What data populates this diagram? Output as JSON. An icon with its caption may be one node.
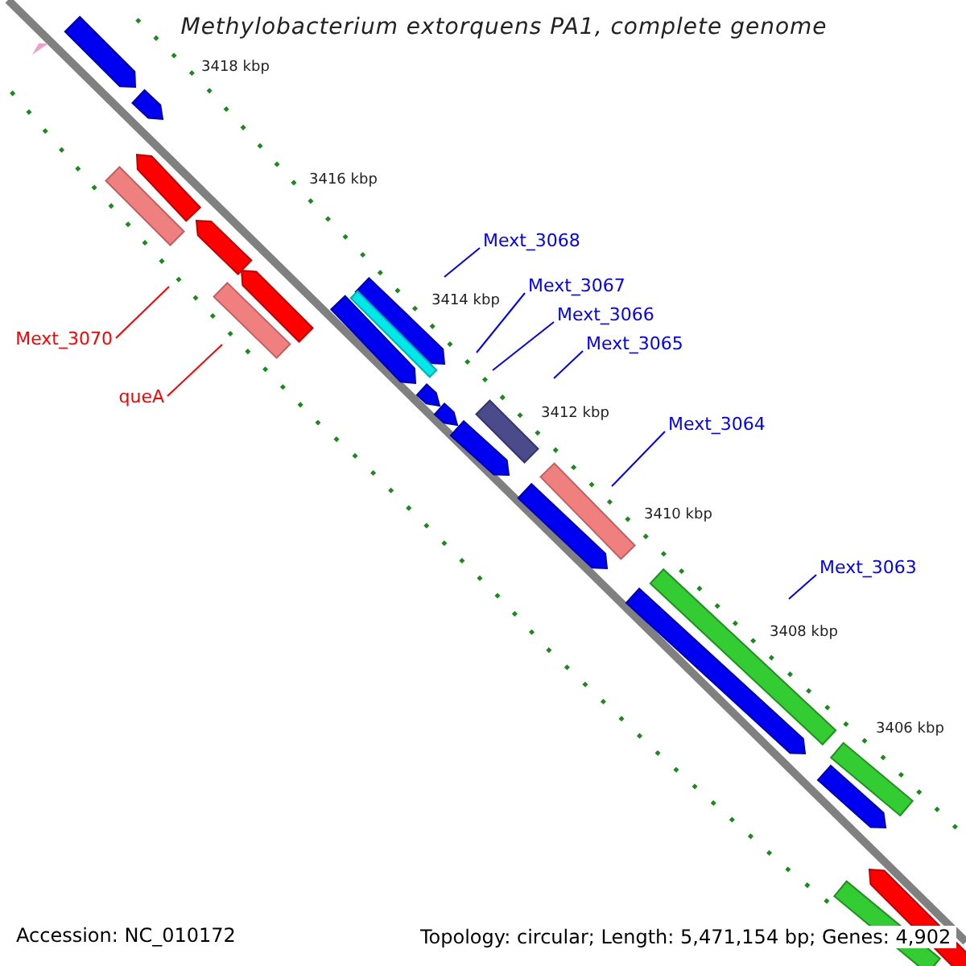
{
  "diagram": {
    "title": "Methylobacterium extorquens PA1, complete genome",
    "nodes": [
      {
        "text": [
          "Mext_3068"
        ]
      },
      {
        "text": [
          "Mext_3067"
        ]
      },
      {
        "text": [
          "Mext_3066"
        ]
      },
      {
        "text": [
          "Mext_3065"
        ]
      },
      {
        "text": [
          "Mext_3064"
        ]
      },
      {
        "text": [
          "Mext_3063"
        ]
      },
      {
        "text": [
          "Mext_3070"
        ]
      },
      {
        "text": [
          "queA"
        ]
      }
    ],
    "edges": [
      {
        "from": 0,
        "to": null,
        "arrow": "none"
      },
      {
        "from": 1,
        "to": null,
        "arrow": "none"
      },
      {
        "from": 2,
        "to": null,
        "arrow": "none"
      },
      {
        "from": 3,
        "to": null,
        "arrow": "none"
      },
      {
        "from": 4,
        "to": null,
        "arrow": "none"
      },
      {
        "from": 5,
        "to": null,
        "arrow": "none"
      },
      {
        "from": 6,
        "to": null,
        "arrow": "none",
        "color": "#ff0000"
      },
      {
        "from": 7,
        "to": null,
        "arrow": "none",
        "color": "#ff0000"
      }
    ],
    "labels": [
      "3418 kbp",
      "3416 kbp",
      "3414 kbp",
      "3412 kbp",
      "3410 kbp",
      "3408 kbp",
      "3406 kbp",
      "Accession: NC_010172",
      "Topology: circular; Length: 5,471,154 bp; Genes: 4,902"
    ]
  }
}
